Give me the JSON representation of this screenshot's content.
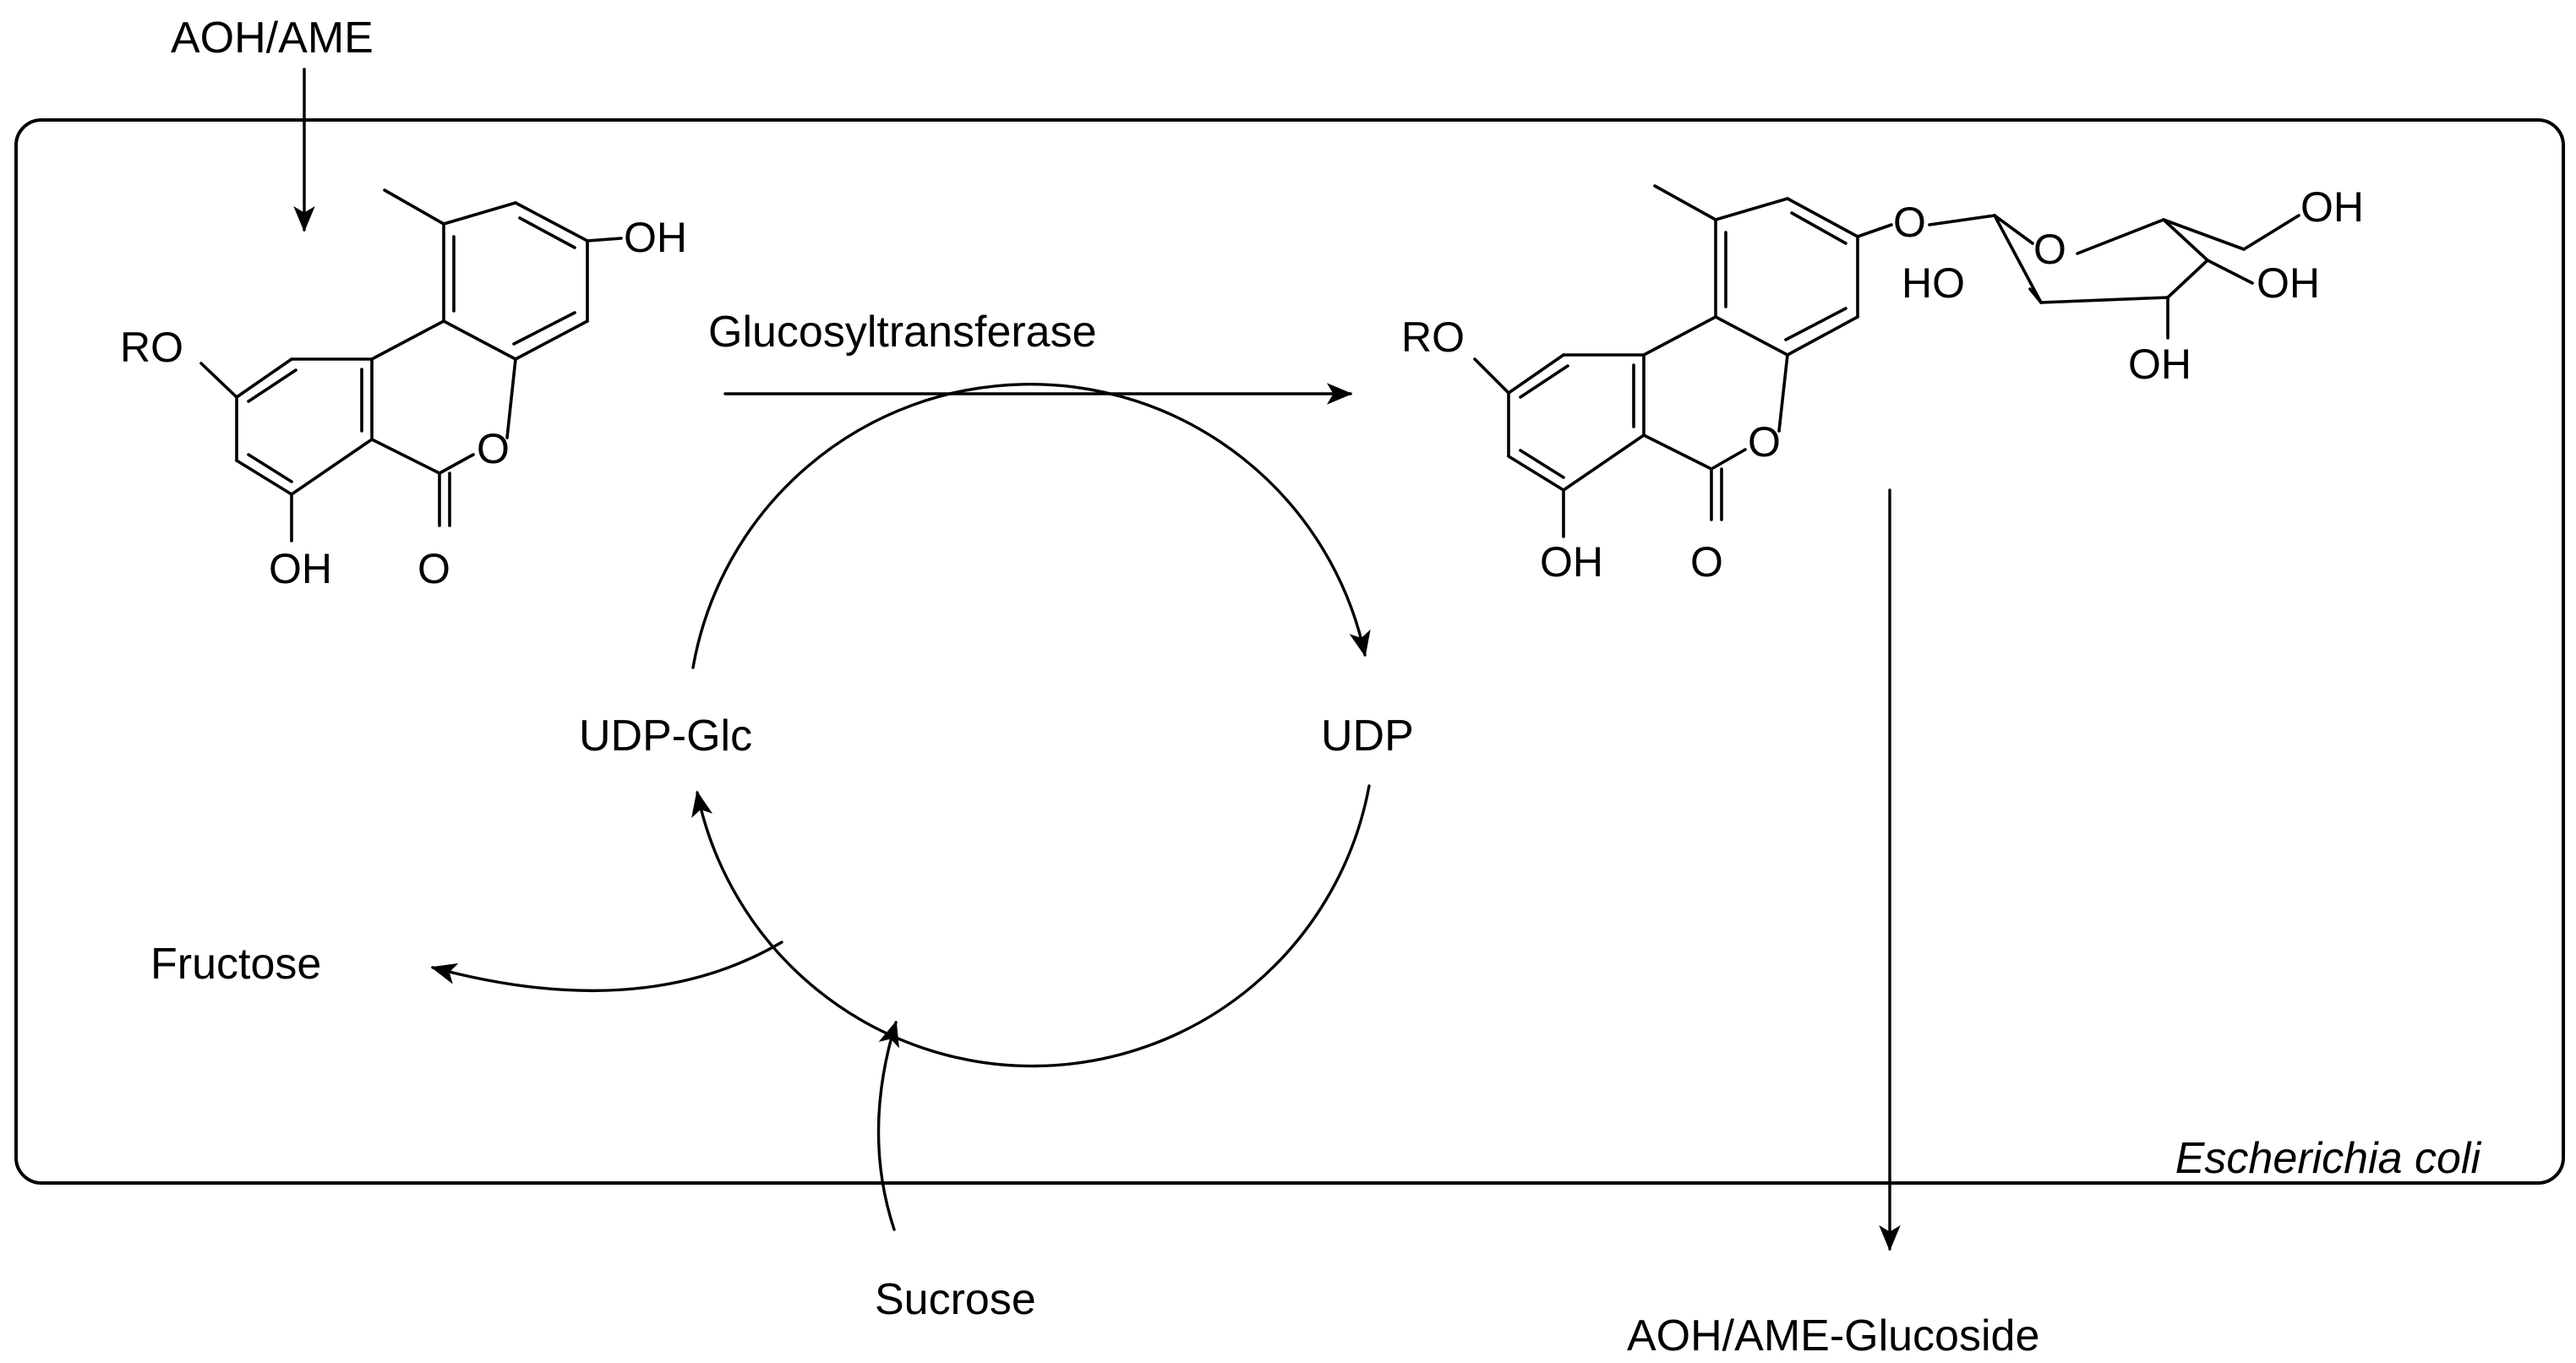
{
  "labels": {
    "substrate": "AOH/AME",
    "enzyme": "Glucosyltransferase",
    "donor": "UDP-Glc",
    "released": "UDP",
    "byproduct": "Fructose",
    "feed": "Sucrose",
    "product": "AOH/AME-Glucoside",
    "host": "Escherichia coli"
  },
  "atoms": {
    "hydroxyl": "OH",
    "hydroxyl_left": "HO",
    "alkoxy": "RO",
    "oxygen": "O"
  }
}
